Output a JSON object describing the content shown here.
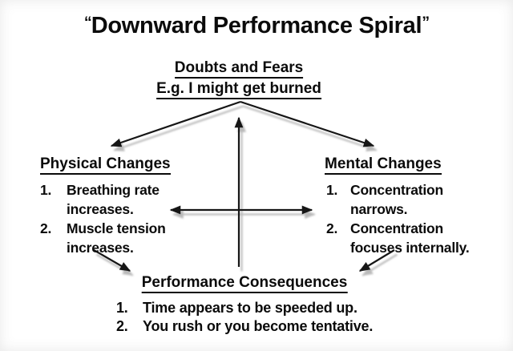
{
  "title": {
    "open_quote": "“",
    "text": "Downward Performance Spiral",
    "close_quote": "”"
  },
  "doubts": {
    "line1": "Doubts and Fears",
    "line2": "E.g. I might get burned"
  },
  "physical": {
    "heading": "Physical Changes",
    "items": [
      {
        "num": "1.",
        "line1": "Breathing rate",
        "line2": "increases."
      },
      {
        "num": "2.",
        "line1": "Muscle tension",
        "line2": "increases."
      }
    ]
  },
  "mental": {
    "heading": "Mental Changes",
    "items": [
      {
        "num": "1.",
        "line1": "Concentration",
        "line2": "narrows."
      },
      {
        "num": "2.",
        "line1": "Concentration",
        "line2": "focuses internally."
      }
    ]
  },
  "consequences": {
    "heading": "Performance Consequences",
    "items": [
      {
        "num": "1.",
        "text": "Time appears to be speeded up."
      },
      {
        "num": "2.",
        "text": "You rush or you become tentative."
      }
    ]
  },
  "colors": {
    "text": "#0b0b0b",
    "arrow": "#161616",
    "shadow": "#a8a8a8",
    "background": "#ffffff"
  }
}
